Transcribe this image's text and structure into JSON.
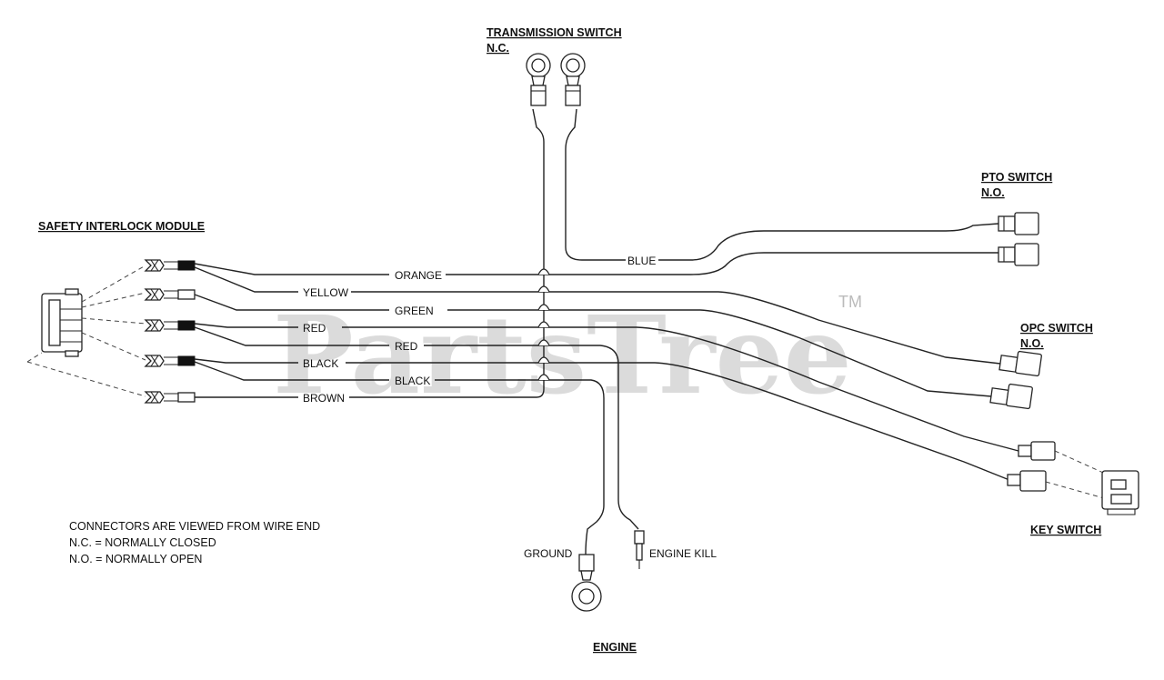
{
  "components": {
    "safety_interlock_module": "SAFETY INTERLOCK MODULE",
    "transmission_switch": "TRANSMISSION SWITCH",
    "transmission_switch_state": "N.C.",
    "pto_switch": "PTO SWITCH",
    "pto_switch_state": "N.O.",
    "opc_switch": "OPC SWITCH",
    "opc_switch_state": "N.O.",
    "key_switch": "KEY SWITCH",
    "engine": "ENGINE",
    "ground": "GROUND",
    "engine_kill": "ENGINE KILL"
  },
  "wires": {
    "orange": "ORANGE",
    "yellow": "YELLOW",
    "green": "GREEN",
    "red_1": "RED",
    "red_2": "RED",
    "black_1": "BLACK",
    "black_2": "BLACK",
    "brown": "BROWN",
    "blue": "BLUE"
  },
  "notes": {
    "line1": "CONNECTORS ARE VIEWED FROM WIRE END",
    "line2": "N.C. = NORMALLY CLOSED",
    "line3": "N.O. = NORMALLY OPEN"
  },
  "watermark": {
    "text": "PartsTree",
    "trademark": "TM"
  }
}
